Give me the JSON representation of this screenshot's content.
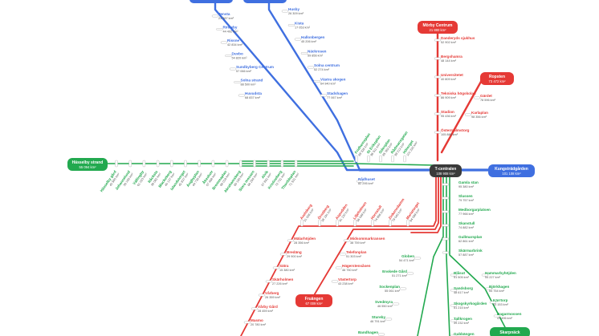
{
  "colors": {
    "blue": "#3f6fe0",
    "red": "#e53935",
    "green": "#22a94f",
    "dark": "#3a3a3a"
  },
  "terminals": [
    {
      "id": "morby",
      "name": "Mörby Centrum",
      "value": "21 880 km²",
      "color": "red"
    },
    {
      "id": "ropsten",
      "name": "Ropsten",
      "value": "73 472 km²",
      "color": "red"
    },
    {
      "id": "hasselby",
      "name": "Hässelby strand",
      "value": "55 094 km²",
      "color": "green"
    },
    {
      "id": "kungstr",
      "name": "Kungsträdgården",
      "value": "101 108 km²",
      "color": "blue"
    },
    {
      "id": "tcentralen",
      "name": "T-centralen",
      "value": "108 908 km²",
      "color": "dark"
    },
    {
      "id": "fruangen",
      "name": "Fruängen",
      "value": "67 009 km²",
      "color": "red"
    },
    {
      "id": "skarpnack",
      "name": "Skarpnäck",
      "value": "",
      "color": "green"
    }
  ],
  "stations": {
    "blue_left": [
      {
        "name": "Tensta",
        "value": "23 587 km²"
      },
      {
        "name": "Rinkeby",
        "value": "44 492 km²"
      },
      {
        "name": "Rissne",
        "value": "42 834 km²"
      },
      {
        "name": "Duvbo",
        "value": "54 820 km²"
      },
      {
        "name": "Sundbyberg Centrum",
        "value": "57 066 km²"
      },
      {
        "name": "Solna strand",
        "value": "88 500 km²"
      },
      {
        "name": "Huvudsta",
        "value": "68 837 km²"
      }
    ],
    "blue_right": [
      {
        "name": "Husby",
        "value": "26 309 km²"
      },
      {
        "name": "Kista",
        "value": "17 053 km²"
      },
      {
        "name": "Hallonbergen",
        "value": "45 206 km²"
      },
      {
        "name": "Näckrosen",
        "value": "59 856 km²"
      },
      {
        "name": "Solna centrum",
        "value": "52 274 km²"
      },
      {
        "name": "Västra skogen",
        "value": "64 940 km²"
      },
      {
        "name": "Stadshagen",
        "value": "77 067 km²"
      }
    ],
    "red_top": [
      {
        "name": "Danderyds sjukhus",
        "value": "52 902 km²"
      },
      {
        "name": "Bergshamra",
        "value": "48 144 km²"
      },
      {
        "name": "Universitetet",
        "value": "40 809 km²"
      },
      {
        "name": "Tekniska högskolan",
        "value": "86 909 km²"
      },
      {
        "name": "Stadion",
        "value": "95 436 km²"
      },
      {
        "name": "Östermalmstorg",
        "value": "105 880 km²"
      }
    ],
    "red_ropsten": [
      {
        "name": "Gärdet",
        "value": "78 596 km²"
      },
      {
        "name": "Karlaplan",
        "value": "98 356 km²"
      }
    ],
    "center_down": [
      {
        "name": "Gamla stan",
        "value": "95 380 km²"
      },
      {
        "name": "Slussen",
        "value": "79 757 km²"
      },
      {
        "name": "Medborgarplatsen",
        "value": "77 966 km²"
      },
      {
        "name": "Skanstull",
        "value": "74 882 km²"
      },
      {
        "name": "Gullmarsplan",
        "value": "62 861 km²"
      },
      {
        "name": "Skärmarbrink",
        "value": "57 887 km²"
      }
    ],
    "green_west": [
      {
        "name": "Hässelby gård",
        "value": "43 580 km²"
      },
      {
        "name": "Johannelund",
        "value": "36 155 km²"
      },
      {
        "name": "Vällingby",
        "value": "61 023 km²"
      },
      {
        "name": "Råcksta",
        "value": "39 082 km²"
      },
      {
        "name": "Blackeberg",
        "value": "40 137 km²"
      },
      {
        "name": "Islandstorget",
        "value": "42 837 km²"
      },
      {
        "name": "Ängbyplan",
        "value": "44 735 km²"
      },
      {
        "name": "Åkeshov",
        "value": "57 468 km²"
      },
      {
        "name": "Brommaplan",
        "value": "68 019 km²"
      },
      {
        "name": "Abrahamsberg",
        "value": "65 155 km²"
      },
      {
        "name": "Stora mossen",
        "value": "66 254 km²"
      },
      {
        "name": "Alvik",
        "value": "57 881 km²"
      },
      {
        "name": "Kristineberg",
        "value": "72 731 km²"
      },
      {
        "name": "Thorildsplan",
        "value": "71 531 km²"
      }
    ],
    "green_north_diag": [
      {
        "name": "Fridhemsplan",
        "value": "89 326 km²"
      },
      {
        "name": "St Eriksplan",
        "value": "96 511 km²"
      },
      {
        "name": "Odenplan",
        "value": "85 353 km²"
      },
      {
        "name": "Rådmansgatan",
        "value": "99 213 km²"
      },
      {
        "name": "Hötorget",
        "value": "101 330 km²"
      }
    ],
    "blue_center": [
      {
        "name": "Rådhuset",
        "value": "82 295 km²"
      }
    ],
    "red_southwest_diag": [
      {
        "name": "Axelsberg",
        "value": "31 008 km²"
      },
      {
        "name": "Örnsberg",
        "value": "38 191 km²"
      },
      {
        "name": "Aspudden",
        "value": "41 130 km²"
      },
      {
        "name": "Liljeholmen",
        "value": "56 049 km²"
      },
      {
        "name": "Hornstull",
        "value": "74 856 km²"
      },
      {
        "name": "Zinkensdamm",
        "value": "79 043 km²"
      },
      {
        "name": "Mariatorget",
        "value": "84 099 km²"
      }
    ],
    "red_left_down": [
      {
        "name": "Mälarhöjden",
        "value": "28 356 km²"
      },
      {
        "name": "Bredäng",
        "value": "29 900 km²"
      },
      {
        "name": "Sätra",
        "value": "15 380 km²"
      },
      {
        "name": "Skärholmen",
        "value": "27 226 km²"
      },
      {
        "name": "Vårberg",
        "value": "26 359 km²"
      },
      {
        "name": "Vårby Gård",
        "value": "28 459 km²"
      },
      {
        "name": "Masmo",
        "value": "20 780 km²"
      }
    ],
    "red_mid_down": [
      {
        "name": "Midsommarkransen",
        "value": "38 759 km²"
      },
      {
        "name": "Telefonplan",
        "value": "51 303 km²"
      },
      {
        "name": "Hägerstensåsen",
        "value": "46 750 km²"
      },
      {
        "name": "Västertorp",
        "value": "43 238 km²"
      }
    ],
    "green_south": [
      {
        "name": "Globen",
        "value": "54 471 km²"
      },
      {
        "name": "Enskede Gård",
        "value": "51 271 km²"
      },
      {
        "name": "Sockenplan",
        "value": "55 061 km²"
      },
      {
        "name": "Svedmyra",
        "value": "46 550 km²"
      },
      {
        "name": "Stureby",
        "value": "46 791 km²"
      },
      {
        "name": "Bandhagen",
        "value": ""
      }
    ],
    "green_mid": [
      {
        "name": "Blåsut",
        "value": "51 505 km²"
      },
      {
        "name": "Sandsborg",
        "value": "48 617 km²"
      },
      {
        "name": "Skogskyrkogården",
        "value": "51 215 km²"
      },
      {
        "name": "Tallkrogen",
        "value": "39 232 km²"
      },
      {
        "name": "Gubbängen",
        "value": ""
      }
    ],
    "green_east": [
      {
        "name": "Hammarbyhöjden",
        "value": "54 227 km²"
      },
      {
        "name": "Björkhagen",
        "value": "54 754 km²"
      },
      {
        "name": "Kärrtorp",
        "value": "43 153 km²"
      },
      {
        "name": "Bagarmossen",
        "value": "47 496 km²"
      }
    ]
  }
}
